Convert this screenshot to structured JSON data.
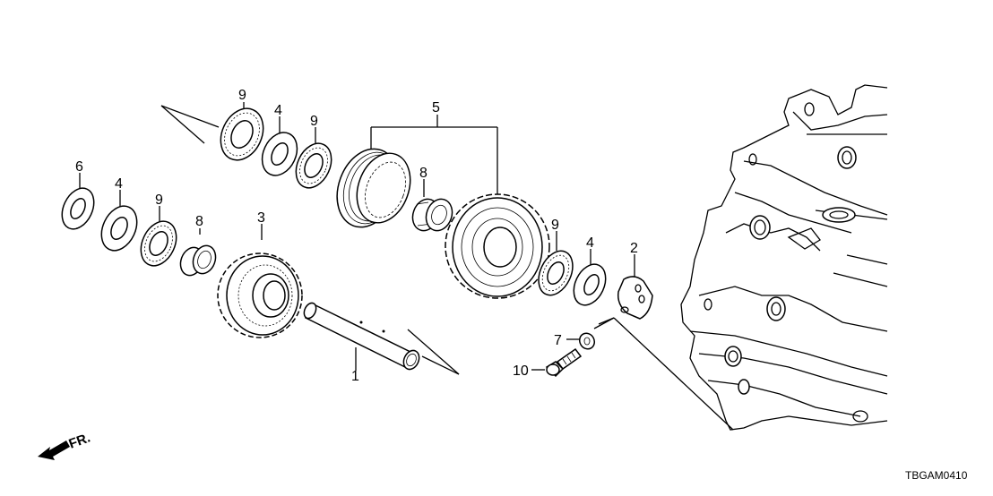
{
  "diagram": {
    "code": "TBGAM0410",
    "direction_label": "FR.",
    "callouts": [
      {
        "part_no": "9",
        "desc": "needle bearing (upper left)"
      },
      {
        "part_no": "4",
        "desc": "thrust washer (upper)"
      },
      {
        "part_no": "9",
        "desc": "needle bearing (upper)"
      },
      {
        "part_no": "5",
        "desc": "gear assembly bracket"
      },
      {
        "part_no": "8",
        "desc": "needle bearing (upper)"
      },
      {
        "part_no": "6",
        "desc": "washer"
      },
      {
        "part_no": "4",
        "desc": "thrust washer (left)"
      },
      {
        "part_no": "9",
        "desc": "needle bearing (left)"
      },
      {
        "part_no": "8",
        "desc": "needle bearing (left)"
      },
      {
        "part_no": "3",
        "desc": "gear"
      },
      {
        "part_no": "1",
        "desc": "shaft"
      },
      {
        "part_no": "9",
        "desc": "needle bearing (right)"
      },
      {
        "part_no": "4",
        "desc": "thrust washer (right)"
      },
      {
        "part_no": "2",
        "desc": "holder"
      },
      {
        "part_no": "7",
        "desc": "washer"
      },
      {
        "part_no": "10",
        "desc": "bolt"
      }
    ]
  }
}
